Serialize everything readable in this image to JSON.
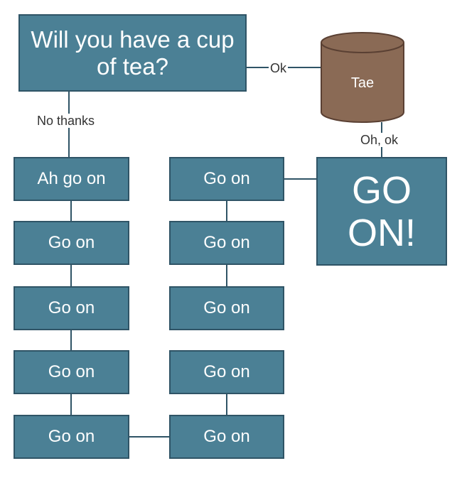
{
  "nodes": {
    "question": "Will you have a cup of tea?",
    "tae": "Tae",
    "go_on_big": "GO ON!",
    "ah_go_on": "Ah go on",
    "go_on": "Go on"
  },
  "edge_labels": {
    "ok": "Ok",
    "no_thanks": "No thanks",
    "oh_ok": "Oh, ok"
  },
  "colors": {
    "box_fill": "#4b8095",
    "box_border": "#2f5466",
    "cylinder_fill": "#8a6a55",
    "cylinder_border": "#5a4033",
    "connector": "#2f5466"
  }
}
